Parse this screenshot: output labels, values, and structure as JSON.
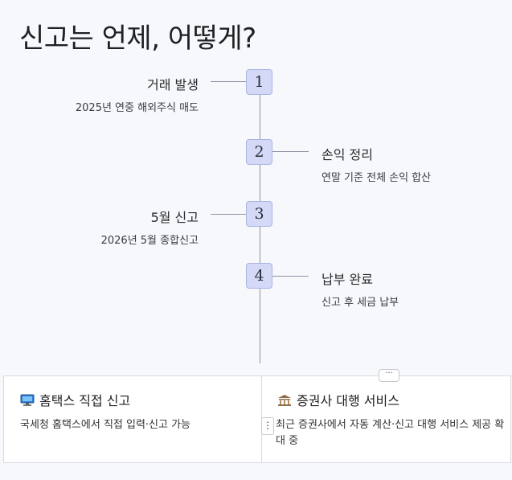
{
  "title": "신고는 언제, 어떻게?",
  "timeline": [
    {
      "num": "1",
      "title": "거래 발생",
      "desc": "2025년 연중 해외주식 매도"
    },
    {
      "num": "2",
      "title": "손익 정리",
      "desc": "연말 기준 전체 손익 합산"
    },
    {
      "num": "3",
      "title": "5월 신고",
      "desc": "2026년 5월 종합신고"
    },
    {
      "num": "4",
      "title": "납부 완료",
      "desc": "신고 후 세금 납부"
    }
  ],
  "panels": [
    {
      "icon": "computer-icon",
      "title": "홈택스 직접 신고",
      "desc": "국세청 홈택스에서 직접 입력·신고 가능"
    },
    {
      "icon": "bank-icon",
      "title": "증권사 대행 서비스",
      "desc": "최근 증권사에서 자동 계산·신고 대행 서비스 제공 확대 중"
    }
  ],
  "controls": {
    "more": "···",
    "kebab": "⋮"
  }
}
